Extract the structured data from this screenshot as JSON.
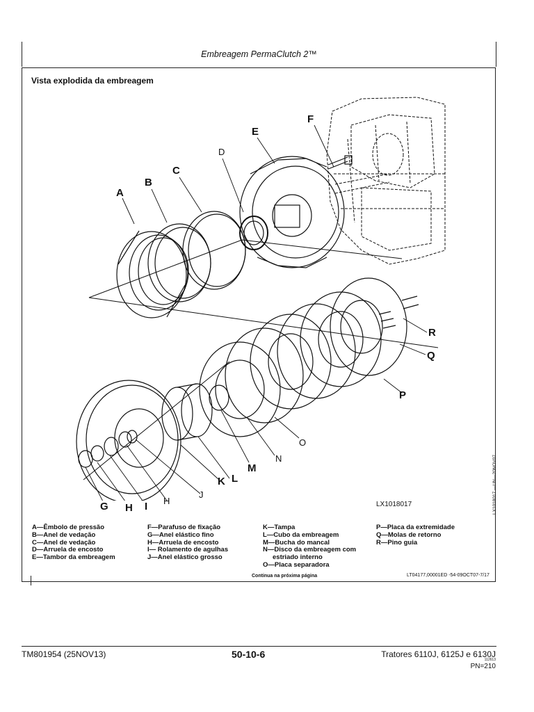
{
  "header": {
    "title": "Embreagem PermaClutch 2™"
  },
  "figure": {
    "title": "Vista explodida da embreagem",
    "figure_id": "LX1018017",
    "vertical_code": "LX1018017 —UN—20NOV07",
    "callouts": {
      "A": "A",
      "B": "B",
      "C": "C",
      "D": "D",
      "E": "E",
      "F": "F",
      "G": "G",
      "H1": "H",
      "H2": "H",
      "I": "I",
      "J": "J",
      "K": "K",
      "L": "L",
      "M": "M",
      "N": "N",
      "O": "O",
      "P": "P",
      "Q": "Q",
      "R": "R"
    }
  },
  "legend": {
    "col1": [
      "A—Êmbolo de pressão",
      "B—Anel de vedação",
      "C—Anel de vedação",
      "D—Arruela de encosto",
      "E—Tambor da embreagem"
    ],
    "col2": [
      "F—Parafuso de fixação",
      "G—Anel elástico fino",
      "H—Arruela de encosto",
      "I— Rolamento de agulhas",
      "J—Anel elástico grosso"
    ],
    "col3": [
      "K—Tampa",
      "L—Cubo da embreagem",
      "M—Bucha do mancal",
      "N—Disco da embreagem com",
      "estriado interno",
      "O—Placa separadora"
    ],
    "col4": [
      "P—Placa da extremidade",
      "Q—Molas de retorno",
      "R—Pino guia"
    ]
  },
  "continued_note": "Continua na próxima página",
  "reference_code": "LT04177,00001ED -54-09OCT07-7/17",
  "footer": {
    "doc_id": "TM801954 (25NOV13)",
    "page_number": "50-10-6",
    "product": "Tratores 6110J, 6125J e 6130J",
    "small_code": "112613",
    "pn": "PN=210"
  }
}
